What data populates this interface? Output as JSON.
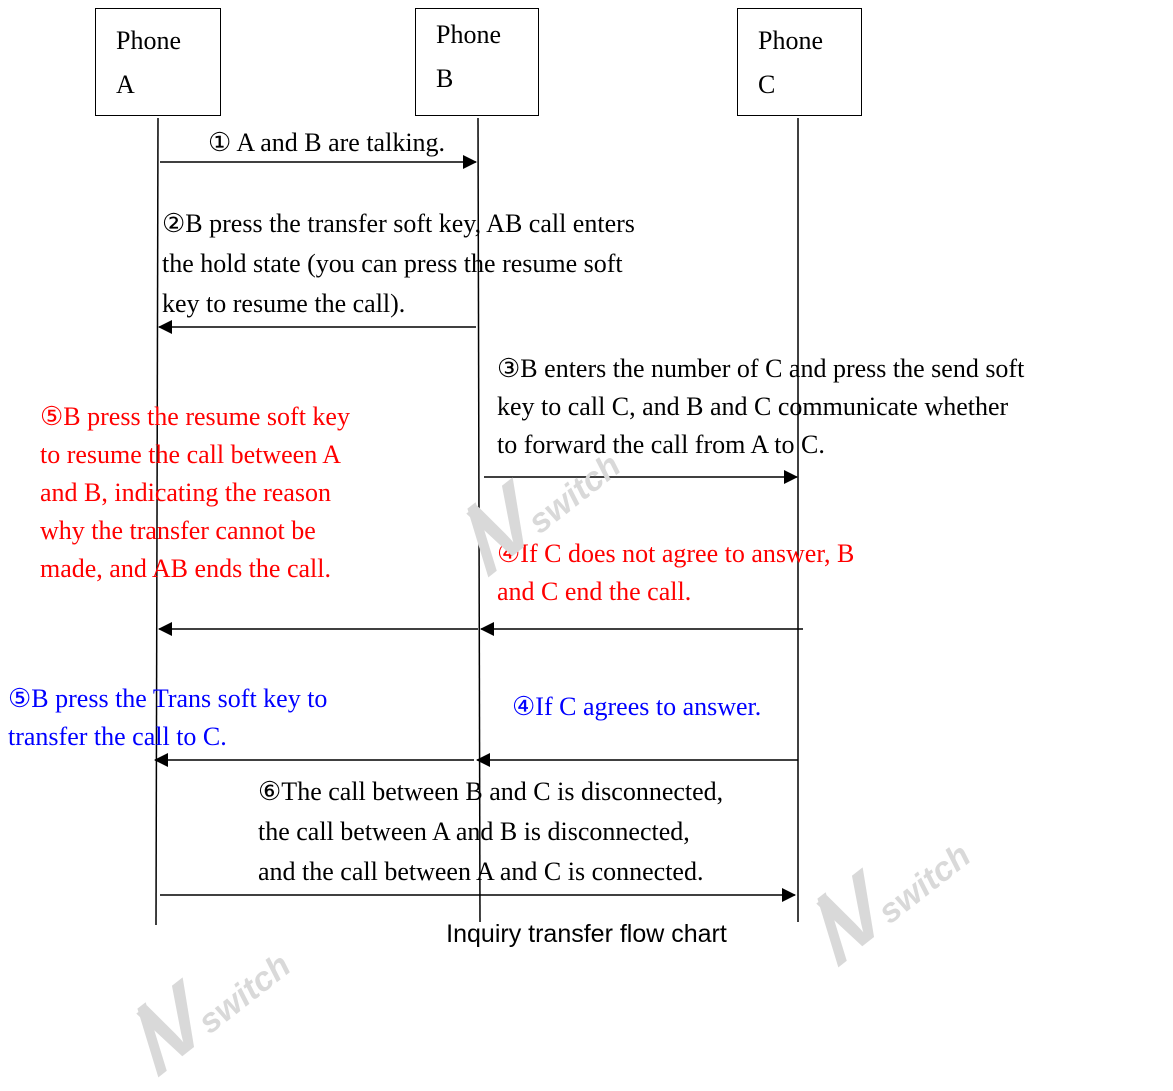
{
  "phones": [
    {
      "line1": "Phone",
      "line2": "A"
    },
    {
      "line1": "Phone",
      "line2": "B"
    },
    {
      "line1": "Phone",
      "line2": "C"
    }
  ],
  "notes": {
    "step1": [
      "① A and B are talking."
    ],
    "step2": [
      "②B press the transfer soft key, AB call enters",
      "the hold state (you can press the resume soft",
      "key to resume the call)."
    ],
    "step3": [
      "③B enters the number of C and press the send soft",
      "key to call C, and  B and C communicate whether",
      "to forward the call from A to C."
    ],
    "step5_red": [
      "⑤B press the resume soft key",
      "to resume the call between A",
      "and B, indicating the reason",
      "why the transfer cannot be",
      "made, and AB ends the call."
    ],
    "step4_red": [
      "④If C does not agree to answer, B",
      "and C end the call."
    ],
    "step5_blue": [
      "⑤B press the Trans soft key to",
      "transfer the call to C."
    ],
    "step4_blue": [
      "④If C agrees to answer."
    ],
    "step6": [
      "⑥The call between B and C is disconnected,",
      "the call between A and B is disconnected,",
      "and the call between A and C is connected."
    ]
  },
  "caption": "Inquiry transfer flow chart",
  "watermark": {
    "mark": "/V",
    "text": "switch"
  },
  "colors": {
    "line": "#000000",
    "red": "#ff0000",
    "blue": "#0000ff",
    "watermark": "#d9d9d9"
  }
}
